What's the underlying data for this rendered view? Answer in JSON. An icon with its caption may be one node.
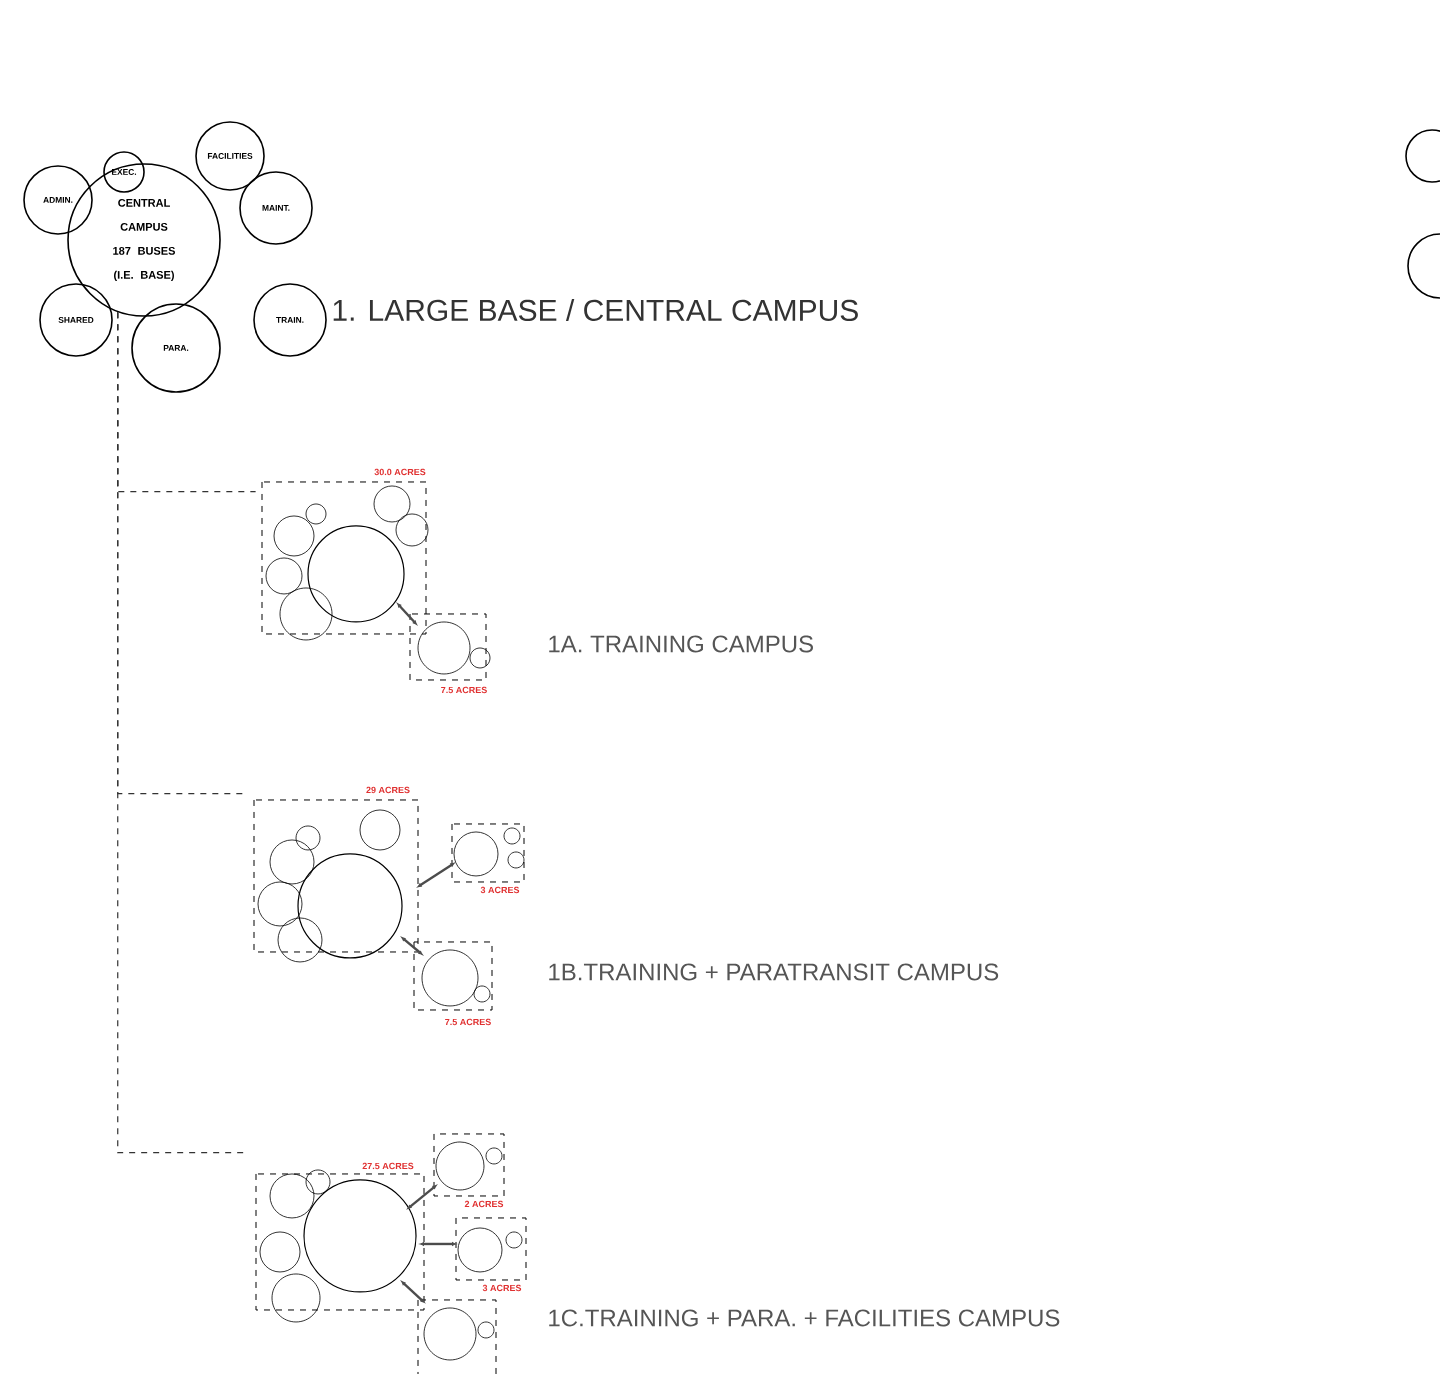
{
  "diagram": {
    "nodes": [
      {
        "text": [
          "CENTRAL CAMPUS 187 BUSES (I.E. BASE)"
        ]
      },
      {
        "text": [
          "FACILITIES"
        ]
      },
      {
        "text": [
          "EXEC."
        ]
      },
      {
        "text": [
          "ADMIN."
        ]
      },
      {
        "text": [
          "MAINT."
        ]
      },
      {
        "text": [
          "SHARED"
        ]
      },
      {
        "text": [
          "TRAIN."
        ]
      },
      {
        "text": [
          "PARA."
        ]
      },
      {
        "text": [],
        "shape": "picture"
      },
      {
        "text": [],
        "shape": "picture"
      },
      {
        "text": [],
        "shape": "picture"
      },
      {
        "text": [],
        "shape": "circle"
      },
      {
        "text": [],
        "shape": "circle"
      }
    ],
    "edges": [
      {
        "from": 0,
        "to": 8,
        "arrow": "none",
        "style": "dashed"
      },
      {
        "from": 0,
        "to": 9,
        "arrow": "none",
        "style": "dashed"
      },
      {
        "from": 0,
        "to": 10,
        "arrow": "none",
        "style": "dashed"
      }
    ],
    "labels": [
      "1. LARGE BASE / CENTRAL CAMPUS",
      "30.0 ACRES",
      "7.5 ACRES",
      "1A. TRAINING CAMPUS",
      "29 ACRES",
      "3 ACRES",
      "1B.TRAINING + PARATRANSIT CAMPUS",
      "7.5 ACRES",
      "27.5 ACRES",
      "2 ACRES",
      "3 ACRES",
      "1C.TRAINING + PARA. + FACILITIES CAMPUS"
    ]
  }
}
